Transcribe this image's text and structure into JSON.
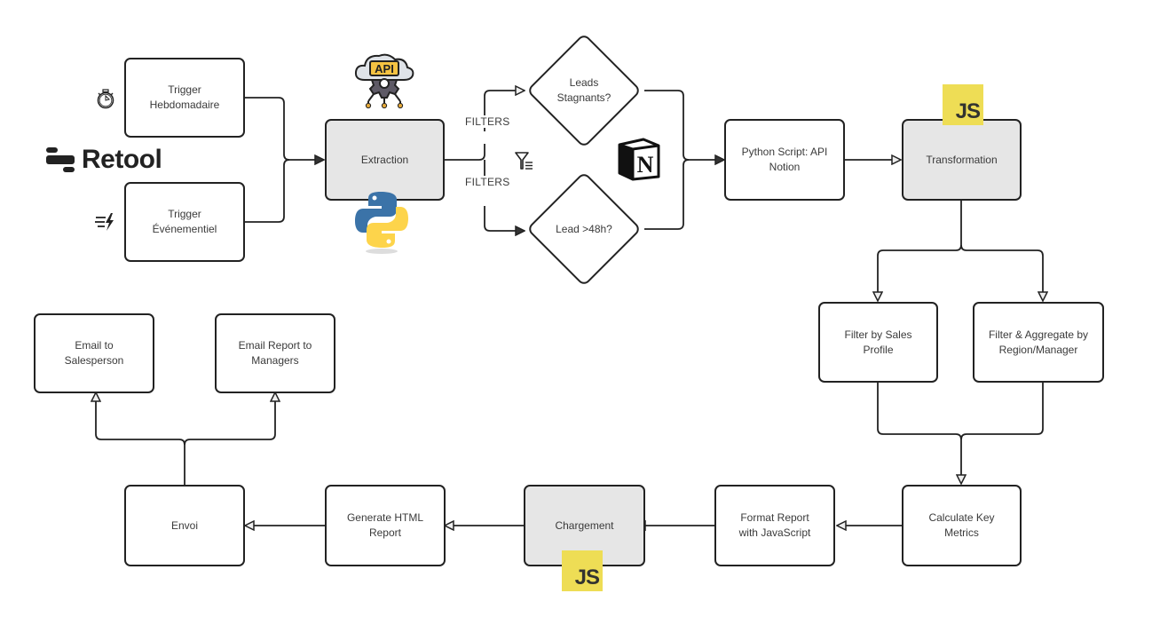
{
  "diagram": {
    "type": "flowchart",
    "nodes": {
      "trigger_weekly": {
        "label_line1": "Trigger",
        "label_line2": "Hebdomadaire"
      },
      "trigger_event": {
        "label_line1": "Trigger",
        "label_line2": "Événementiel"
      },
      "extraction": {
        "label": "Extraction"
      },
      "leads_stagnants": {
        "label_line1": "Leads",
        "label_line2": "Stagnants?"
      },
      "lead_48h": {
        "label": "Lead >48h?"
      },
      "python_script": {
        "label_line1": "Python Script: API",
        "label_line2": "Notion"
      },
      "transformation": {
        "label": "Transformation"
      },
      "filter_sales_profile": {
        "label_line1": "Filter by Sales",
        "label_line2": "Profile"
      },
      "filter_aggregate": {
        "label_line1": "Filter & Aggregate by",
        "label_line2": "Region/Manager"
      },
      "calculate_metrics": {
        "label_line1": "Calculate Key",
        "label_line2": "Metrics"
      },
      "format_report": {
        "label_line1": "Format Report",
        "label_line2": "with JavaScript"
      },
      "chargement": {
        "label": "Chargement"
      },
      "generate_html": {
        "label_line1": "Generate HTML",
        "label_line2": "Report"
      },
      "envoi": {
        "label": "Envoi"
      },
      "email_salesperson": {
        "label_line1": "Email to",
        "label_line2": "Salesperson"
      },
      "email_managers": {
        "label_line1": "Email Report to",
        "label_line2": "Managers"
      }
    },
    "edge_labels": {
      "filters_top": "FILTERS",
      "filters_bottom": "FILTERS"
    },
    "edges": [
      [
        "trigger_weekly",
        "extraction"
      ],
      [
        "trigger_event",
        "extraction"
      ],
      [
        "extraction",
        "leads_stagnants"
      ],
      [
        "extraction",
        "lead_48h"
      ],
      [
        "leads_stagnants",
        "python_script"
      ],
      [
        "lead_48h",
        "python_script"
      ],
      [
        "python_script",
        "transformation"
      ],
      [
        "transformation",
        "filter_sales_profile"
      ],
      [
        "transformation",
        "filter_aggregate"
      ],
      [
        "filter_sales_profile",
        "calculate_metrics"
      ],
      [
        "filter_aggregate",
        "calculate_metrics"
      ],
      [
        "calculate_metrics",
        "format_report"
      ],
      [
        "format_report",
        "chargement"
      ],
      [
        "chargement",
        "generate_html"
      ],
      [
        "generate_html",
        "envoi"
      ],
      [
        "envoi",
        "email_salesperson"
      ],
      [
        "envoi",
        "email_managers"
      ]
    ]
  },
  "logos": {
    "retool": "Retool",
    "api_badge": "API",
    "js_badge": "JS",
    "notion_letter": "N"
  },
  "icons": {
    "stopwatch": "stopwatch-icon",
    "fast_event": "fast-lightning-icon",
    "filter": "filter-list-icon",
    "python": "python-logo",
    "api_cloud": "api-cloud-gear-icon",
    "notion": "notion-logo",
    "javascript": "javascript-logo"
  },
  "colors": {
    "node_border": "#222222",
    "grey_fill": "#e6e6e6",
    "js_yellow": "#eedd55",
    "python_blue": "#3b73a8",
    "python_yellow": "#fdd44b"
  }
}
